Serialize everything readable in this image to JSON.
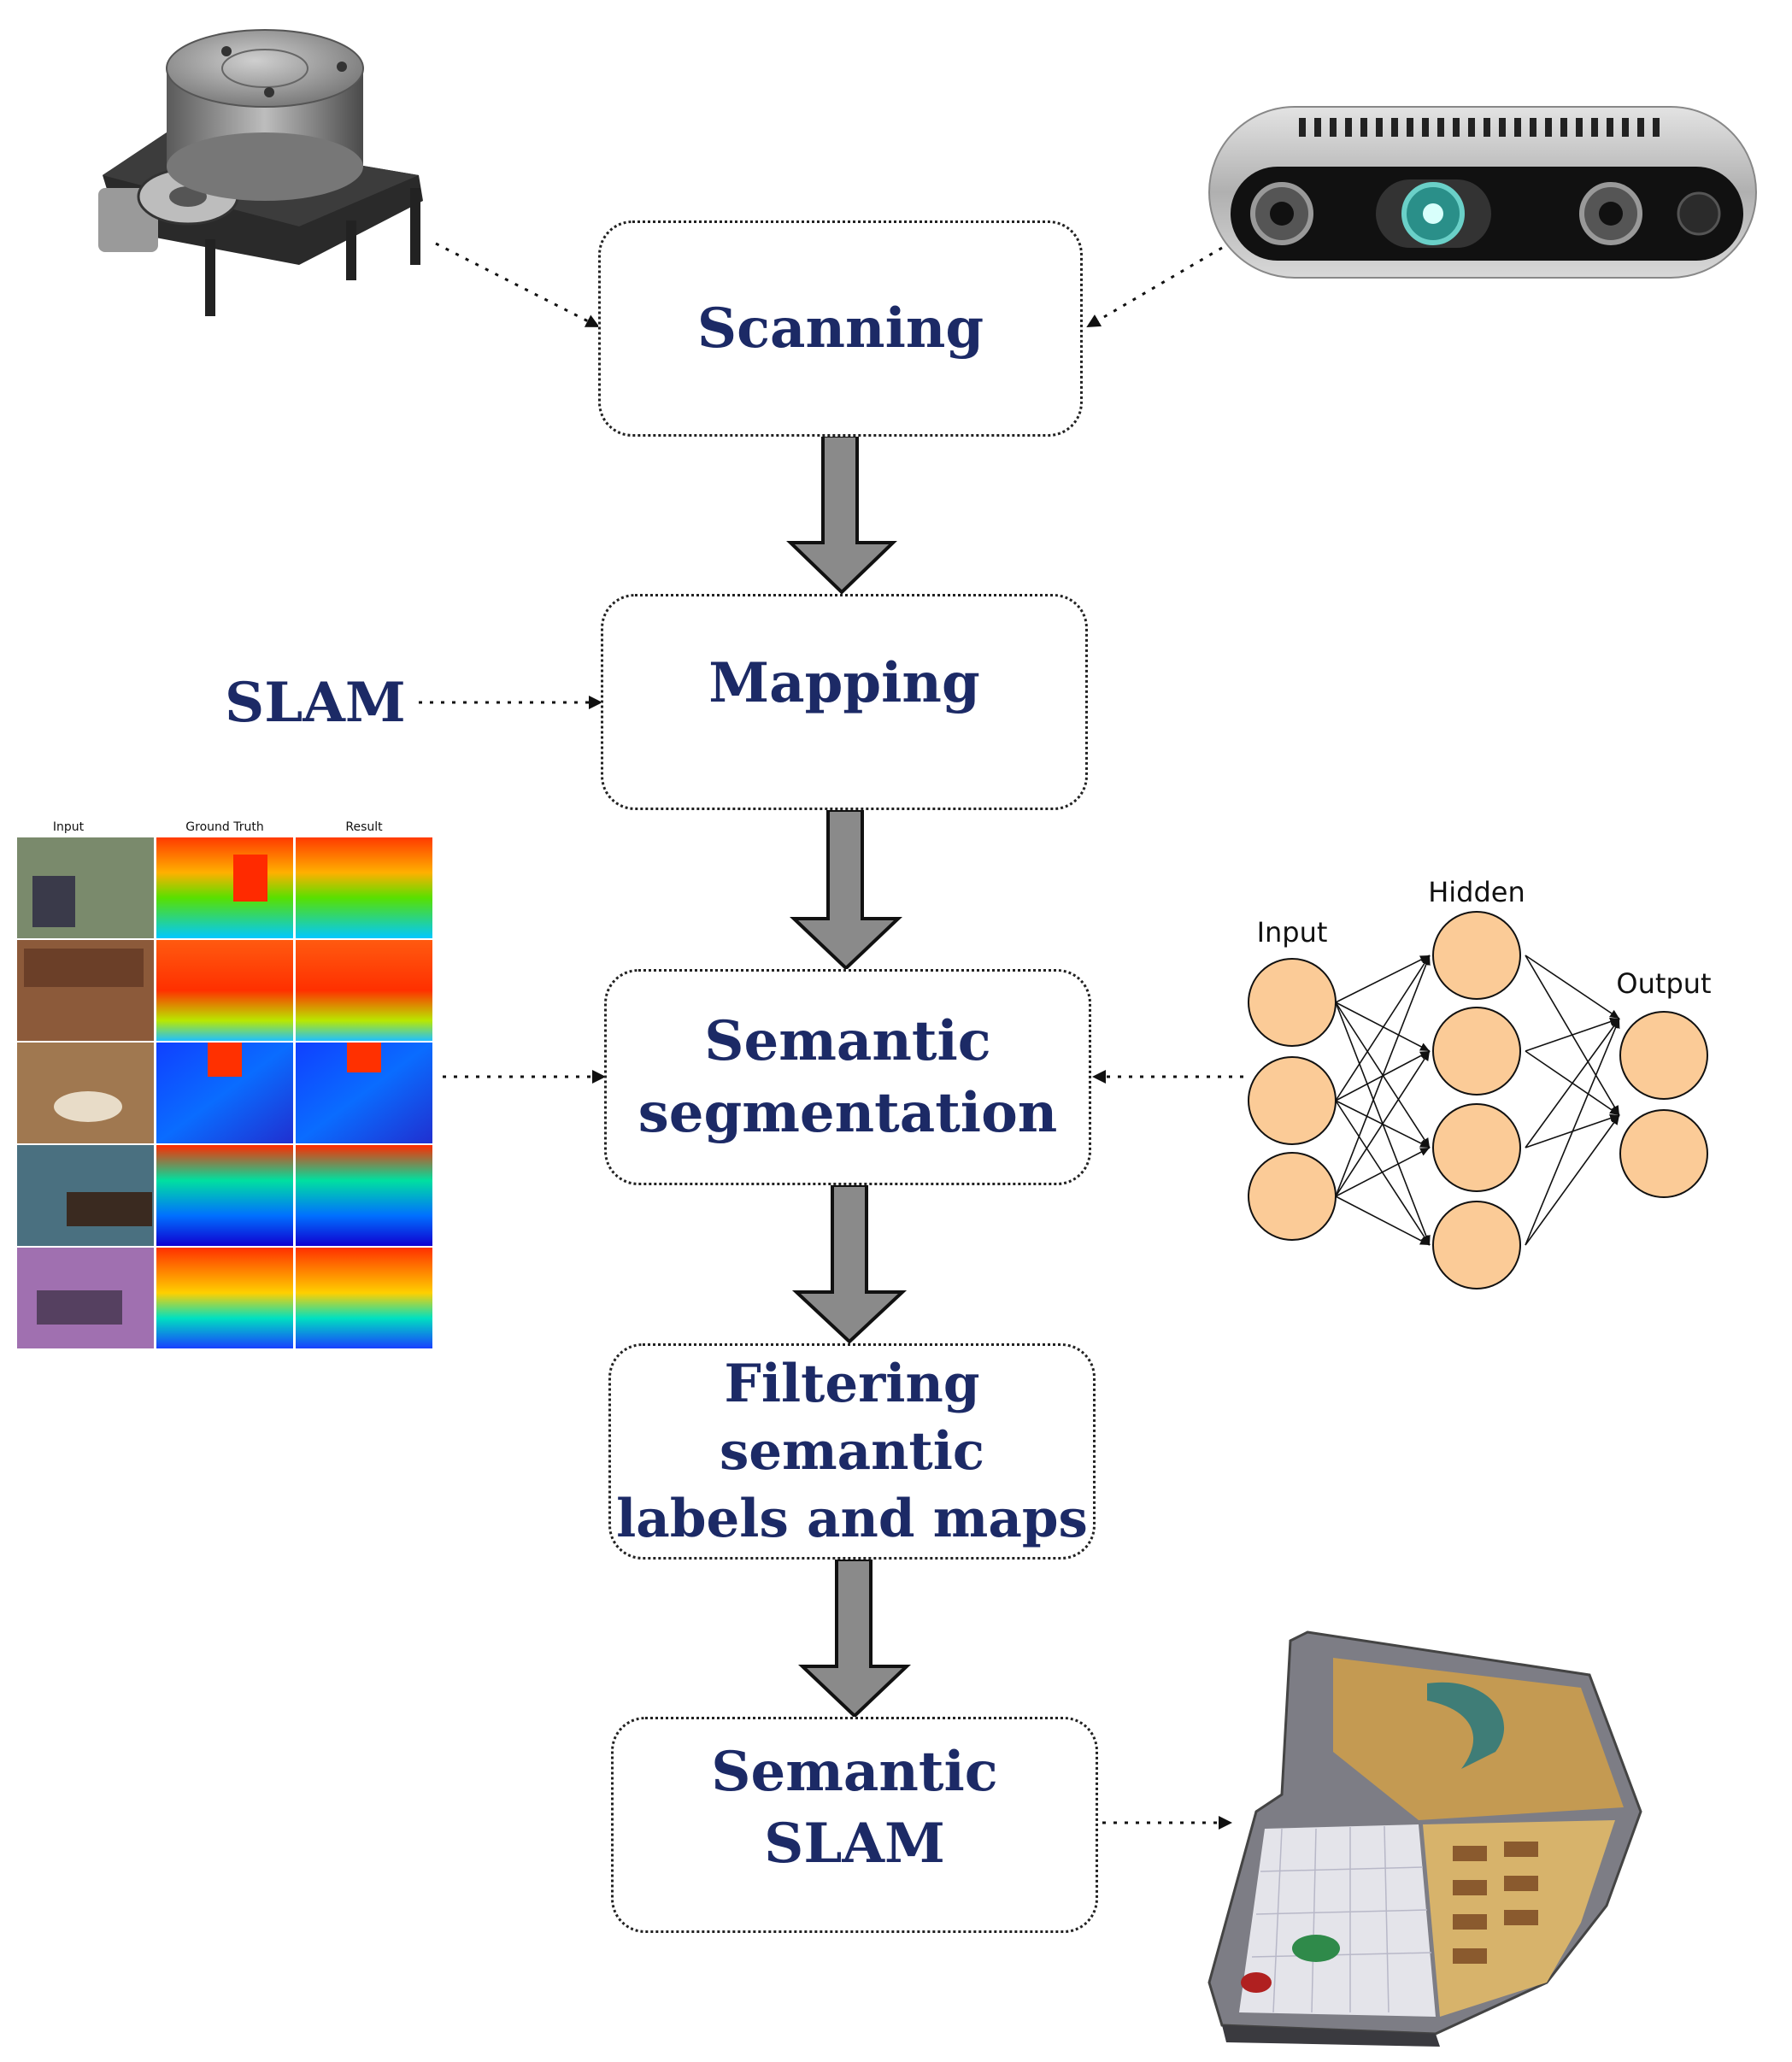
{
  "colors": {
    "label_navy": "#1c2a66",
    "arrow_gray": "#8a8a8a",
    "neuron_fill": "#fbcb97",
    "border": "#222222"
  },
  "steps": [
    {
      "label": "Scanning"
    },
    {
      "label": "Mapping"
    },
    {
      "label": "Semantic\nsegmentation"
    },
    {
      "label": "Filtering semantic\nlabels and maps"
    },
    {
      "label": "Semantic SLAM"
    }
  ],
  "slam_label": "SLAM",
  "neural_net": {
    "input_label": "Input",
    "hidden_label": "Hidden",
    "output_label": "Output",
    "layer_sizes": [
      3,
      4,
      2
    ]
  },
  "depth_grid": {
    "headers": [
      "Input",
      "Ground Truth",
      "Result"
    ],
    "rows": 5
  },
  "icons": {
    "lidar": "lidar-sensor-icon",
    "camera": "depth-camera-icon",
    "map": "3d-floor-map-icon"
  }
}
